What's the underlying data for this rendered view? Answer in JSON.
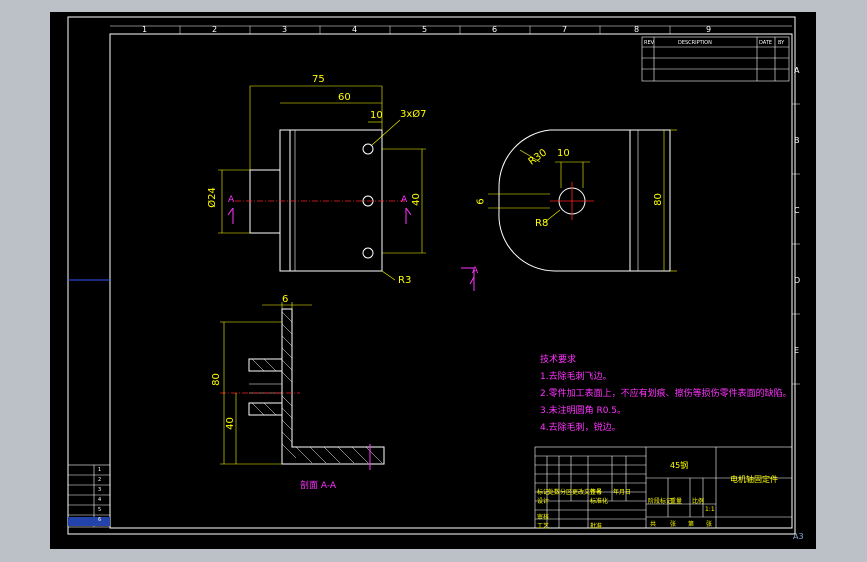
{
  "sheet": {
    "top_numbers": [
      "1",
      "2",
      "3",
      "4",
      "5",
      "6",
      "7",
      "8",
      "9"
    ],
    "right_letters": [
      "A",
      "B",
      "C",
      "D",
      "E"
    ],
    "sheet_size": "A3"
  },
  "front_view": {
    "dims": {
      "d75": "75",
      "d60": "60",
      "d10": "10",
      "holes": "3xØ7",
      "d24": "Ø24",
      "d40": "40",
      "r3": "R3"
    },
    "section_mark": "A"
  },
  "side_view": {
    "dims": {
      "r30": "R30",
      "d10": "10",
      "d6": "6",
      "r8": "R8",
      "d80": "80"
    },
    "section_mark": "A"
  },
  "section_view": {
    "dims": {
      "d6": "6",
      "d80": "80",
      "d40": "40"
    },
    "caption": "剖面 A-A"
  },
  "notes": {
    "title": "技术要求",
    "lines": [
      "1.去除毛刺飞边。",
      "2.零件加工表面上，不应有划痕、擦伤等损伤零件表面的缺陷。",
      "3.未注明圆角 R0.5。",
      "4.去除毛刺，锐边。"
    ]
  },
  "title_block": {
    "material": "45钢",
    "part_name": "电机轴固定件",
    "scale": "1:1",
    "labels": [
      "标记",
      "处数",
      "分区",
      "更改文件号",
      "签名",
      "年月日",
      "设计",
      "标准化",
      "阶段标记",
      "重量",
      "比例",
      "审核",
      "工艺",
      "批准",
      "共",
      "张",
      "第",
      "张"
    ]
  },
  "revision_table": {
    "headers": [
      "REV",
      "DESCRIPTION",
      "DATE",
      "BY"
    ]
  },
  "left_table": {
    "rows": [
      "1",
      "2",
      "3",
      "4",
      "5",
      "6"
    ]
  }
}
